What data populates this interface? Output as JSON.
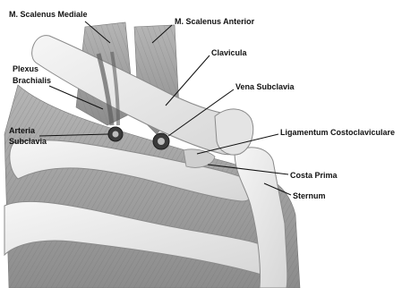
{
  "labels": {
    "scalenus_mediale": "M. Scalenus Mediale",
    "scalenus_anterior": "M. Scalenus Anterior",
    "clavicula": "Clavicula",
    "plexus_line1": "Plexus",
    "plexus_line2": "Brachialis",
    "vena_subclavia": "Vena Subclavia",
    "arteria_line1": "Arteria",
    "arteria_line2": "Subclavia",
    "ligamentum": "Ligamentum Costoclaviculare",
    "costa_prima": "Costa Prima",
    "sternum": "Sternum"
  },
  "colors": {
    "muscle": "#9a9a9a",
    "muscle_dark": "#6f6f6f",
    "bone": "#ececec",
    "bone_edge": "#8a8a8a",
    "leader": "#111111"
  }
}
